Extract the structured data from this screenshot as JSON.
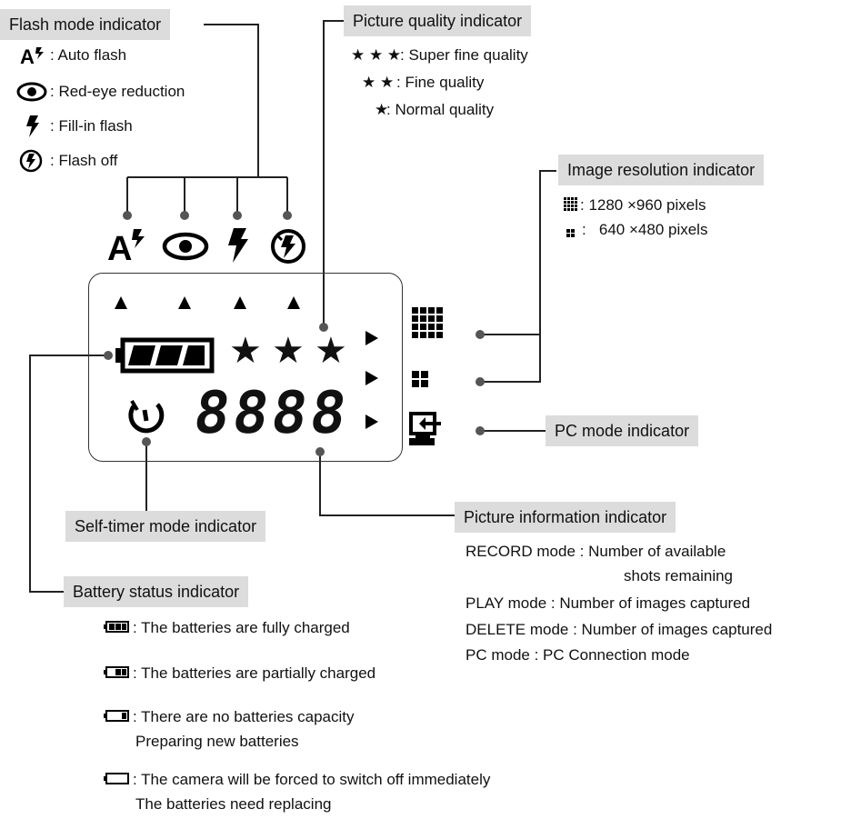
{
  "flash": {
    "title": "Flash mode indicator",
    "items": [
      {
        "icon": "auto-flash-icon",
        "text": ": Auto flash"
      },
      {
        "icon": "red-eye-icon",
        "text": ": Red-eye reduction"
      },
      {
        "icon": "fill-in-flash-icon",
        "text": ": Fill-in flash"
      },
      {
        "icon": "flash-off-icon",
        "text": ": Flash off"
      }
    ]
  },
  "quality": {
    "title": "Picture quality indicator",
    "items": [
      {
        "stars": "★ ★ ★",
        "text": ": Super fine quality"
      },
      {
        "stars": "★ ★",
        "text": ": Fine quality"
      },
      {
        "stars": "★",
        "text": ": Normal quality"
      }
    ]
  },
  "resolution": {
    "title": "Image resolution indicator",
    "items": [
      {
        "icon": "high-resolution-icon",
        "text": ": 1280 ×960 pixels"
      },
      {
        "icon": "low-resolution-icon",
        "text": ":   640 ×480 pixels"
      }
    ]
  },
  "pc_mode": {
    "title": "PC mode indicator"
  },
  "self_timer": {
    "title": "Self-timer mode indicator"
  },
  "picture_info": {
    "title": "Picture information indicator",
    "lines": [
      "RECORD mode : Number of available",
      "shots remaining",
      "PLAY mode : Number of images captured",
      "DELETE mode : Number of images captured",
      "PC mode : PC Connection mode"
    ]
  },
  "battery": {
    "title": "Battery status indicator",
    "items": [
      {
        "bars": 3,
        "text": ": The batteries are fully charged",
        "text2": ""
      },
      {
        "bars": 2,
        "text": ": The batteries are partially charged",
        "text2": ""
      },
      {
        "bars": 1,
        "text": ": There are no batteries capacity",
        "text2": "Preparing new batteries"
      },
      {
        "bars": 0,
        "text": ": The camera will be forced to switch off immediately",
        "text2": "The batteries need replacing"
      }
    ]
  },
  "lcd": {
    "counter": "8888",
    "stars": "★ ★ ★"
  }
}
